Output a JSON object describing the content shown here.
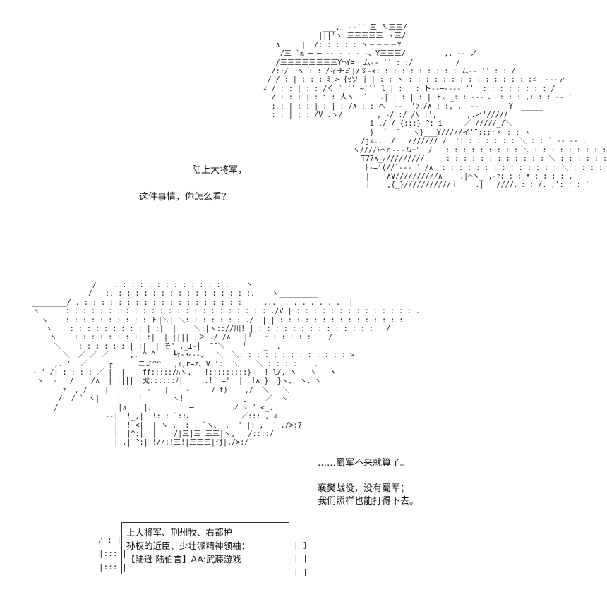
{
  "dialogue": {
    "q1": "陆上大将军，",
    "q2": "这件事情，你怎么看？",
    "r1": "……蜀军不来就算了。",
    "r2": "襄樊战役，没有蜀军；",
    "r3": "我们照样也能打得下去。"
  },
  "info_box": {
    "line1": "上大将军、荆州牧、右都护",
    "line2": "孙权的近臣、少壮派精神领袖：",
    "line3": "【陆逊 陆伯言】AA:武藤游戏"
  },
  "colors": {
    "background": "#ffffff",
    "ink": "#222222"
  }
}
